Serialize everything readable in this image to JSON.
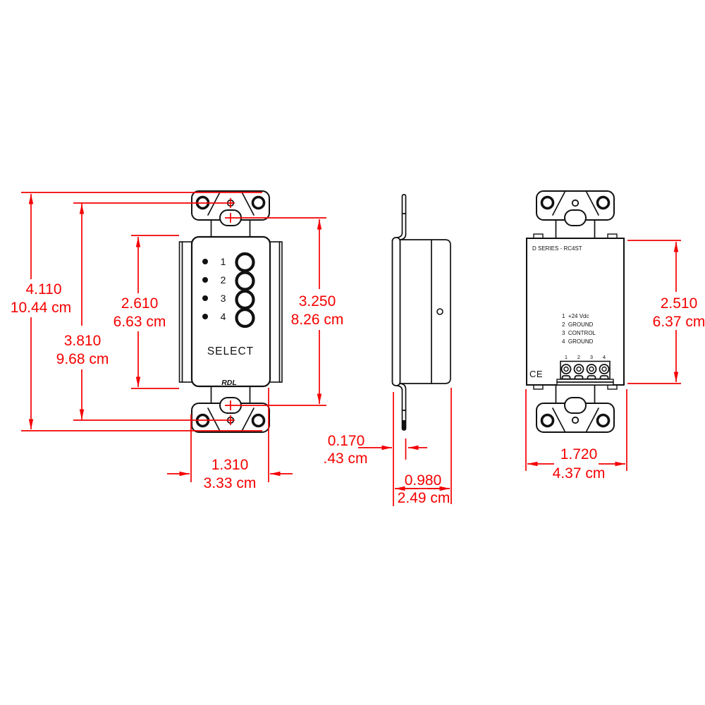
{
  "page": {
    "background": "#ffffff"
  },
  "colors": {
    "outline": "#111111",
    "dimension_red": "#f40100"
  },
  "front_view": {
    "channel_numbers": [
      "1",
      "2",
      "3",
      "4"
    ],
    "select_label": "SELECT",
    "brand": "RDL"
  },
  "back_view": {
    "model_label": "D SERIES - RC4ST",
    "terminal_legend": [
      "1  +24 Vdc",
      "2  GROUND",
      "3  CONTROL",
      "4  GROUND"
    ],
    "terminal_numbers": [
      "1",
      "2",
      "3",
      "4"
    ],
    "ce_mark": "CE"
  },
  "dimensions": {
    "overall_height": {
      "inches": "4.110",
      "metric": "10.44 cm"
    },
    "mounting_hole_spacing": {
      "inches": "3.810",
      "metric": "9.68 cm"
    },
    "cover_height": {
      "inches": "2.610",
      "metric": "6.63 cm"
    },
    "slot_spacing": {
      "inches": "3.250",
      "metric": "8.26 cm"
    },
    "cover_width": {
      "inches": "1.310",
      "metric": "3.33 cm"
    },
    "plate_thickness": {
      "inches": "0.170",
      "metric": ".43 cm"
    },
    "depth": {
      "inches": "0.980",
      "metric": "2.49 cm"
    },
    "rear_height": {
      "inches": "2.510",
      "metric": "6.37 cm"
    },
    "rear_width": {
      "inches": "1.720",
      "metric": "4.37 cm"
    }
  }
}
